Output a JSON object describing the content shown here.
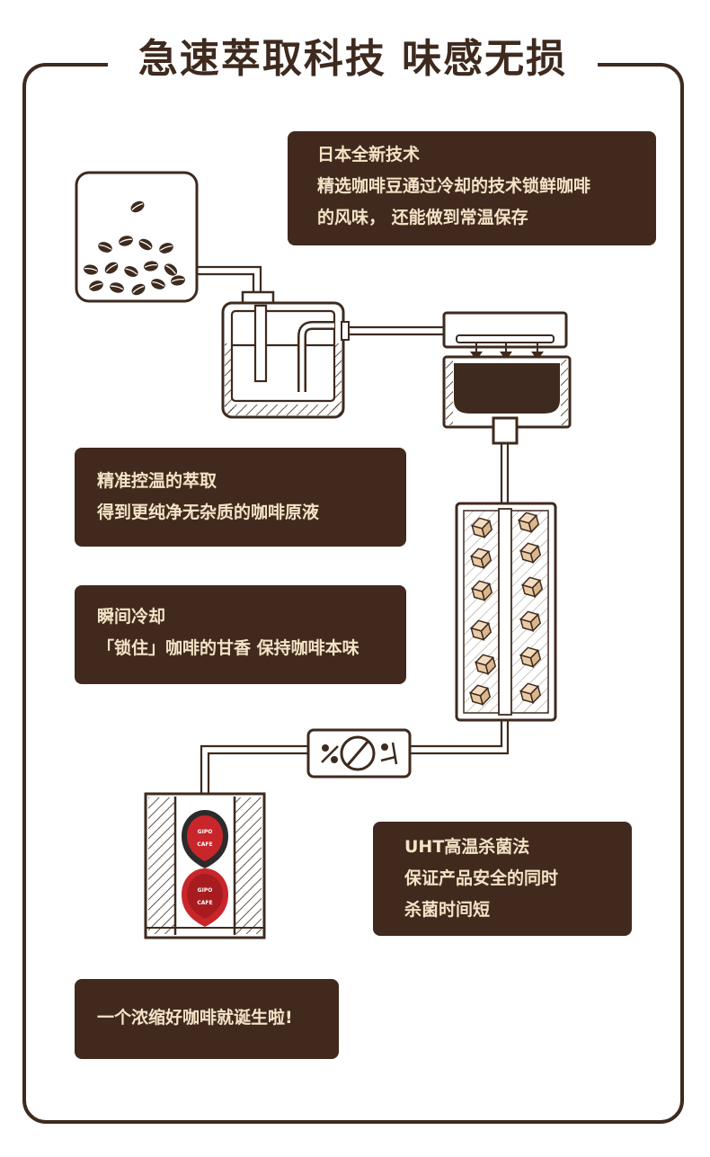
{
  "title": "急速萃取科技 味感无损",
  "steps": [
    {
      "lines": [
        "日本全新技术",
        "精选咖啡豆通过冷却的技术锁鲜咖啡",
        "的风味， 还能做到常温保存"
      ]
    },
    {
      "lines": [
        "精准控温的萃取",
        "得到更纯净无杂质的咖啡原液"
      ]
    },
    {
      "lines": [
        "瞬间冷却",
        "「锁住」咖啡的甘香 保持咖啡本味"
      ]
    },
    {
      "lines": [
        "UHT高温杀菌法",
        "保证产品安全的同时",
        "杀菌时间短"
      ]
    },
    {
      "lines": [
        "一个浓缩好咖啡就诞生啦!"
      ]
    }
  ],
  "capsule_label": [
    "GIPO",
    "CAFE"
  ],
  "colors": {
    "brown": "#3e2a1e",
    "box_bg": "#41291d",
    "box_text": "#f4e3c6",
    "cube": "#e9c9a3",
    "capsule_red": "#c8262a",
    "capsule_dark": "#2b2b2b"
  }
}
